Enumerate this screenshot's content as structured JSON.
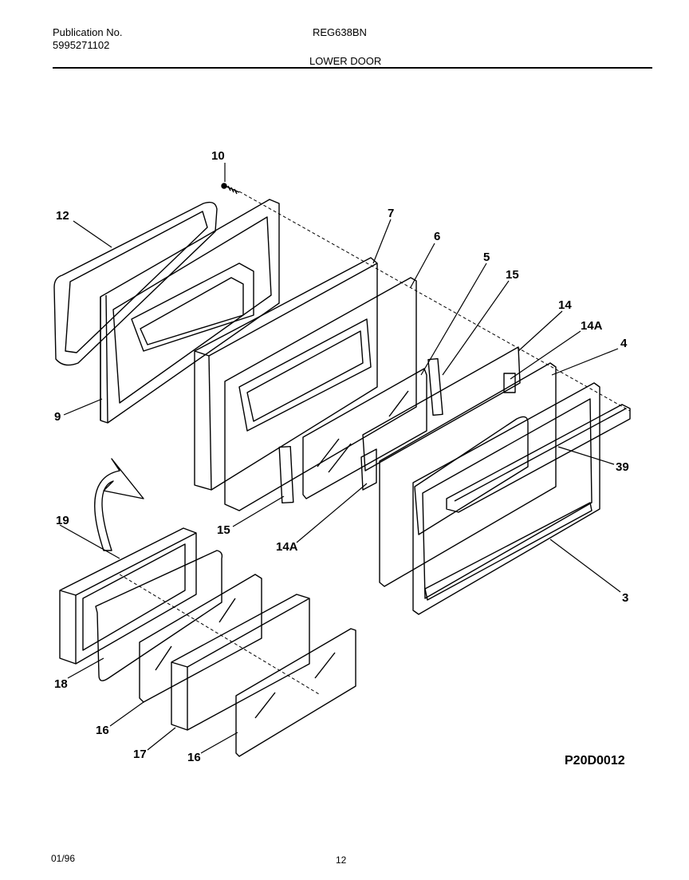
{
  "header": {
    "publication_label": "Publication No.",
    "publication_number": "5995271102",
    "model": "REG638BN",
    "section_title": "LOWER DOOR"
  },
  "diagram": {
    "drawing_code": "P20D0012",
    "callouts": [
      "10",
      "12",
      "7",
      "6",
      "5",
      "15",
      "14",
      "14A",
      "4",
      "9",
      "39",
      "19",
      "15",
      "14A",
      "3",
      "18",
      "16",
      "17",
      "16"
    ]
  },
  "footer": {
    "date": "01/96",
    "page_number": "12"
  }
}
